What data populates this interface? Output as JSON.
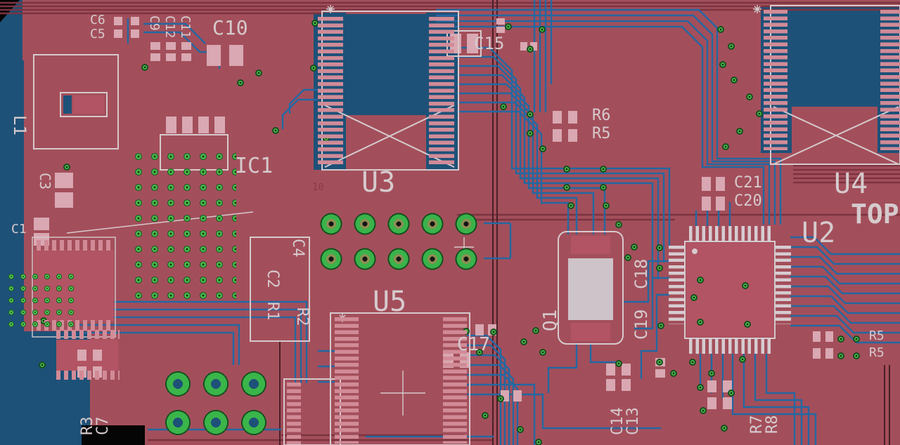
{
  "view": {
    "type": "pcb-layout-top-view",
    "board_side_label": "TOP",
    "fiducial_mark": "*"
  },
  "colors": {
    "board_top_copper": "#a34f5b",
    "bottom_copper": "#1e5178",
    "trace_blue": "#2368a2",
    "trace_dark_red": "#7c3340",
    "via_green": "#4ec04a",
    "pad_pink": "#d9a8b2",
    "silkscreen": "#d6cacd",
    "background_black": "#050505"
  },
  "designators": {
    "c6": "C6",
    "c5": "C5",
    "c9": "C9",
    "c12": "C12",
    "c11": "C11",
    "c10": "C10",
    "l1": "L1",
    "ic1": "IC1",
    "c3": "C3",
    "c1": "C1",
    "c4": "C4",
    "c2": "C2",
    "r1": "R1",
    "r2": "R2",
    "u3": "U3",
    "u3_pin10": "10",
    "c15": "C15",
    "r6": "R6",
    "r5": "R5",
    "u5": "U5",
    "c17": "C17",
    "q1": "Q1",
    "c18": "C18",
    "c19": "C19",
    "c21": "C21",
    "c20": "C20",
    "u2": "U2",
    "u4": "U4",
    "top_text": "TOP",
    "r5x_1": "R5",
    "r5x_2": "R5",
    "c14": "C14",
    "c13": "C13",
    "r7": "R7",
    "r8": "R8",
    "r3": "R3",
    "c7": "C7"
  }
}
